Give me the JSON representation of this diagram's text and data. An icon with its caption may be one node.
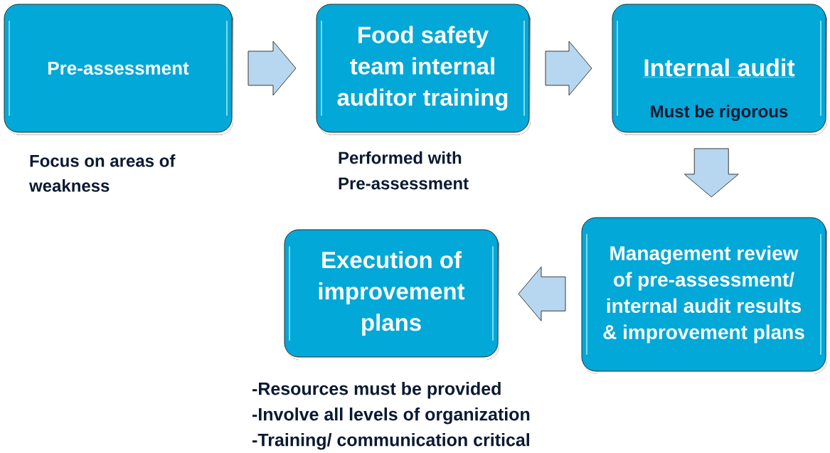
{
  "diagram": {
    "nodes": [
      {
        "text": [
          "Pre-assessment"
        ],
        "beside": [
          "Focus on areas of weakness"
        ]
      },
      {
        "text": [
          "Food safety team internal auditor training"
        ],
        "beside": [
          "Performed with Pre-assessment"
        ]
      },
      {
        "text": [
          "Internal audit",
          "Must be rigorous"
        ]
      },
      {
        "text": [
          "Management review of pre-assessment/ internal audit results & improvement plans"
        ]
      },
      {
        "text": [
          "Execution of improvement plans"
        ],
        "beside": [
          "-Resources must be provided",
          "-Involve all levels of organization",
          "-Training/ communication critical"
        ]
      }
    ],
    "edges": [
      {
        "from": 0,
        "to": 1,
        "arrow": "to"
      },
      {
        "from": 1,
        "to": 2,
        "arrow": "to"
      },
      {
        "from": 2,
        "to": 3,
        "arrow": "to"
      },
      {
        "from": 3,
        "to": 4,
        "arrow": "to"
      }
    ]
  }
}
